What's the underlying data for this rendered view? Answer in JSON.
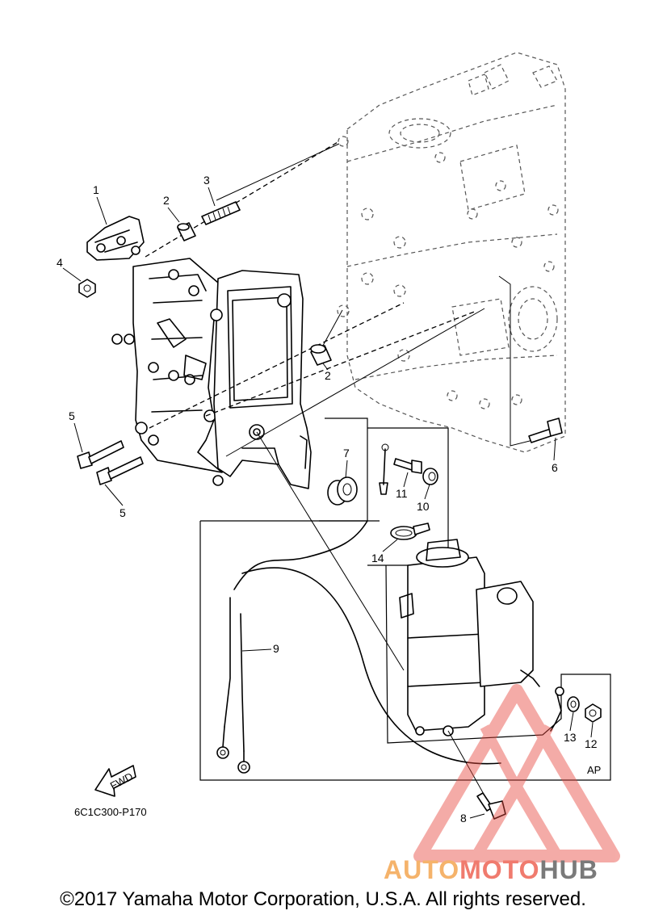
{
  "diagram": {
    "callouts": {
      "c1": "1",
      "c2a": "2",
      "c2b": "2",
      "c3": "3",
      "c4": "4",
      "c5a": "5",
      "c5b": "5",
      "c6": "6",
      "c7": "7",
      "c8": "8",
      "c9": "9",
      "c10": "10",
      "c11": "11",
      "c12": "12",
      "c13": "13",
      "c14": "14"
    },
    "fwd_label": "FWD",
    "ap_label": "AP",
    "drawing_code": "6C1C300-P170"
  },
  "watermark": {
    "part1": "AUTO",
    "part2": "MOTO",
    "part3": "HUB",
    "color_auto": "#f5b36b",
    "color_moto": "#f07b6e",
    "color_hub": "#7a7a7a"
  },
  "footer": {
    "copyright": "©2017 Yamaha Motor Corporation, U.S.A. All rights reserved."
  }
}
